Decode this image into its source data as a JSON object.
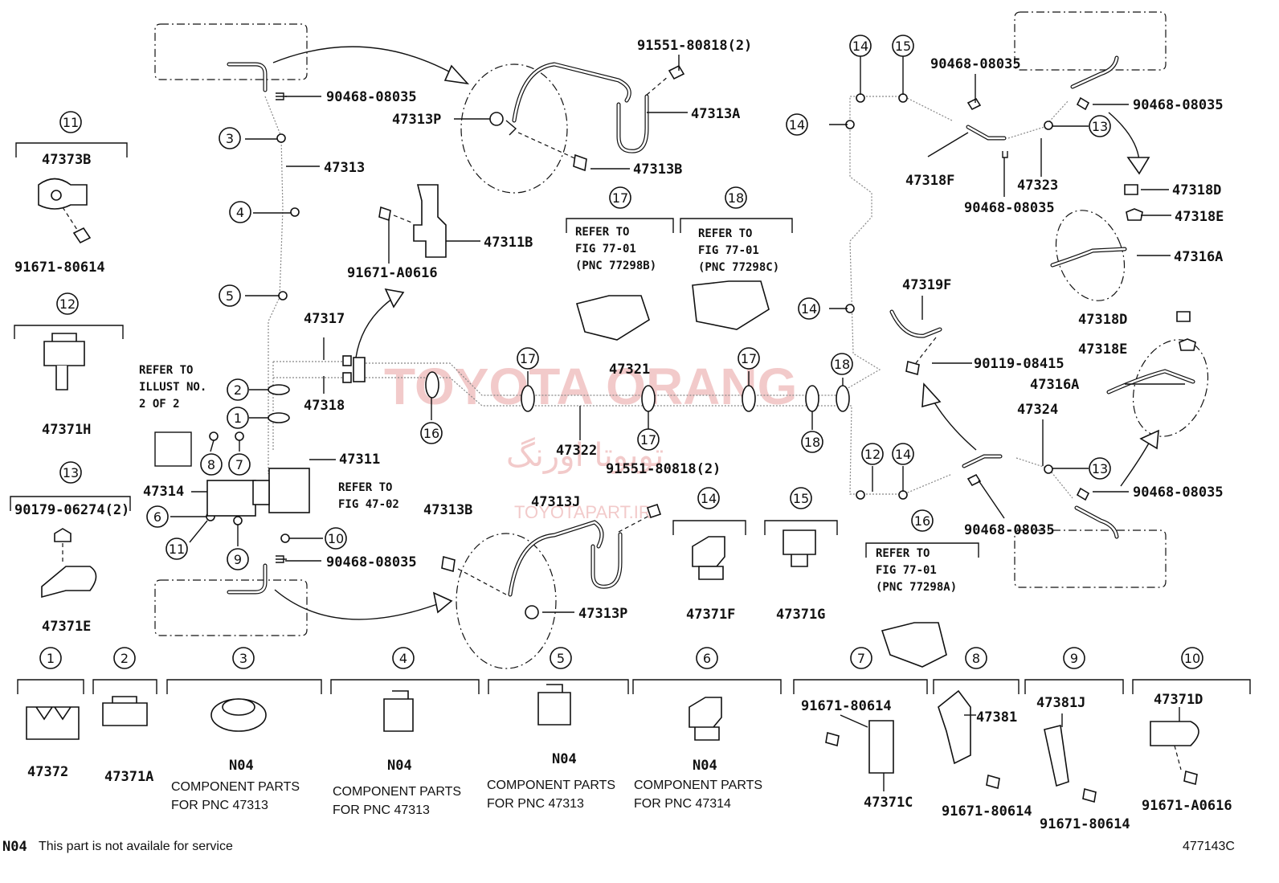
{
  "watermark": {
    "brand": "TOYOTA ORANG",
    "brand_fa": "تویوتا اورنگ",
    "site": "TOYOTAPART.IR"
  },
  "callouts": {
    "c1": "1",
    "c2": "2",
    "c3": "3",
    "c4": "4",
    "c5": "5",
    "c6": "6",
    "c7": "7",
    "c8": "8",
    "c9": "9",
    "c10": "10",
    "c11": "11",
    "c12": "12",
    "c13": "13",
    "c14": "14",
    "c15": "15",
    "c16": "16",
    "c17": "17",
    "c18": "18"
  },
  "parts": {
    "p47373B": "47373B",
    "p91671_80614": "91671-80614",
    "p47371H": "47371H",
    "p90179_06274": "90179-06274(2)",
    "p47371E": "47371E",
    "p90468_08035": "90468-08035",
    "p47313": "47313",
    "p47317": "47317",
    "p47318": "47318",
    "p47311": "47311",
    "p47314": "47314",
    "p91551_80818": "91551-80818(2)",
    "p47313P": "47313P",
    "p47313A": "47313A",
    "p47313B": "47313B",
    "p47311B": "47311B",
    "p91671_A0616": "91671-A0616",
    "p47321": "47321",
    "p47322": "47322",
    "p47313J": "47313J",
    "p47371F": "47371F",
    "p47371G": "47371G",
    "p47318F": "47318F",
    "p47323": "47323",
    "p47318D": "47318D",
    "p47318E": "47318E",
    "p47316A": "47316A",
    "p47319F": "47319F",
    "p90119_08415": "90119-08415",
    "p47324": "47324",
    "p47372": "47372",
    "p47371A": "47371A",
    "pN04": "N04",
    "p47371C": "47371C",
    "p47381": "47381",
    "p47381J": "47381J",
    "p47371D": "47371D"
  },
  "notes": {
    "refer_to": "REFER TO",
    "illust_line1": "ILLUST NO.",
    "illust_line2": "2 OF 2",
    "fig_47_02": "FIG 47-02",
    "fig_77_01": "FIG 77-01",
    "pnc_77298A": "(PNC 77298A)",
    "pnc_77298B": "(PNC 77298B)",
    "pnc_77298C": "(PNC 77298C)"
  },
  "captions": {
    "component_parts": "COMPONENT PARTS",
    "for_47313": "FOR PNC 47313",
    "for_47314": "FOR PNC 47314"
  },
  "footer": {
    "code": "N04",
    "text": "This part is not availale for service",
    "illustration_id": "477143C"
  }
}
